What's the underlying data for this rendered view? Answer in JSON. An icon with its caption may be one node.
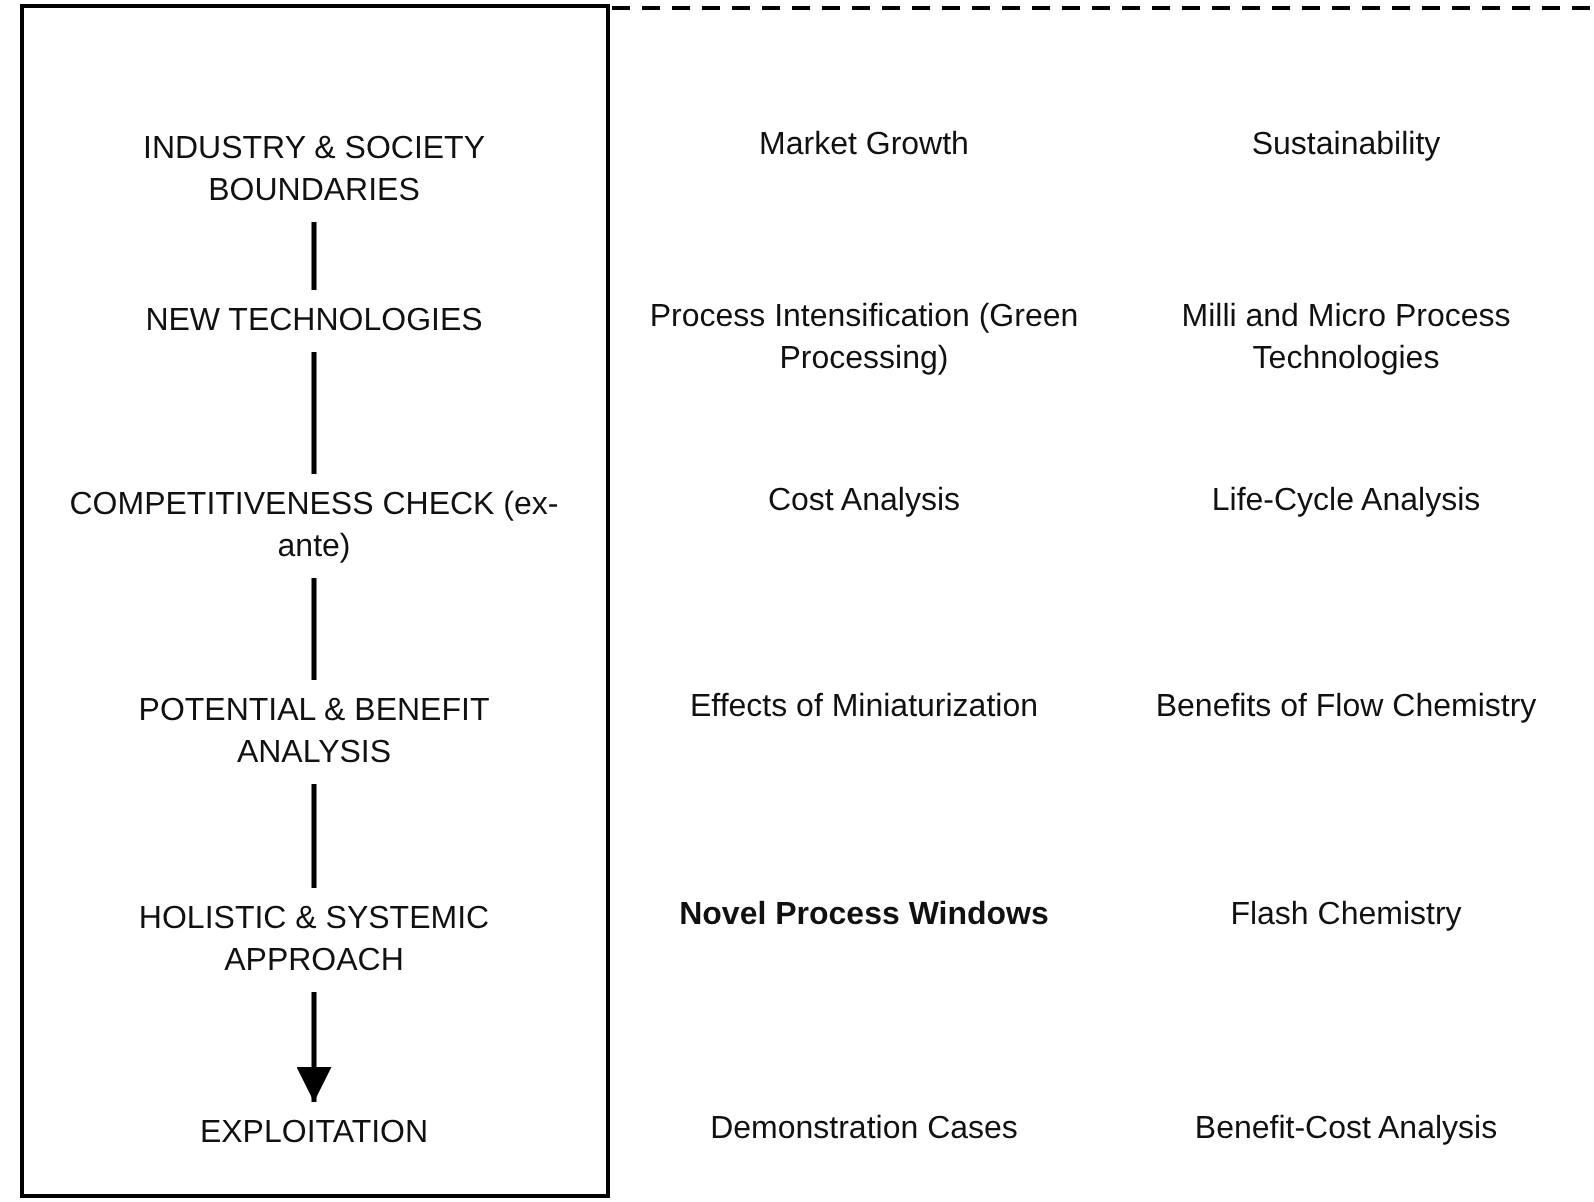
{
  "diagram": {
    "nodes": [
      {
        "text": [],
        "shape": "box"
      },
      {
        "text": [
          "INDUSTRY & SOCIETY BOUNDARIES"
        ],
        "in": 0
      },
      {
        "text": [
          "NEW TECHNOLOGIES"
        ],
        "in": 0
      },
      {
        "text": [
          "COMPETITIVENESS CHECK (ex-ante)"
        ],
        "in": 0
      },
      {
        "text": [
          "POTENTIAL & BENEFIT ANALYSIS"
        ],
        "in": 0
      },
      {
        "text": [
          "HOLISTIC & SYSTEMIC APPROACH"
        ],
        "in": 0
      },
      {
        "text": [
          "EXPLOITATION"
        ],
        "in": 0
      }
    ],
    "edges": [
      {
        "from": 1,
        "to": 2,
        "arrow": "none"
      },
      {
        "from": 2,
        "to": 3,
        "arrow": "none"
      },
      {
        "from": 3,
        "to": 4,
        "arrow": "none"
      },
      {
        "from": 4,
        "to": 5,
        "arrow": "none"
      },
      {
        "from": 5,
        "to": 6,
        "arrow": "to"
      }
    ],
    "labels": [
      "Market Growth",
      "Sustainability",
      "Process Intensification (Green Processing)",
      "Milli and Micro Process Technologies",
      "Cost Analysis",
      "Life-Cycle Analysis",
      "Effects of Miniaturization",
      "Benefits of Flow Chemistry",
      "Novel Process Windows",
      "Flash Chemistry",
      "Demonstration Cases",
      "Benefit-Cost Analysis"
    ]
  }
}
